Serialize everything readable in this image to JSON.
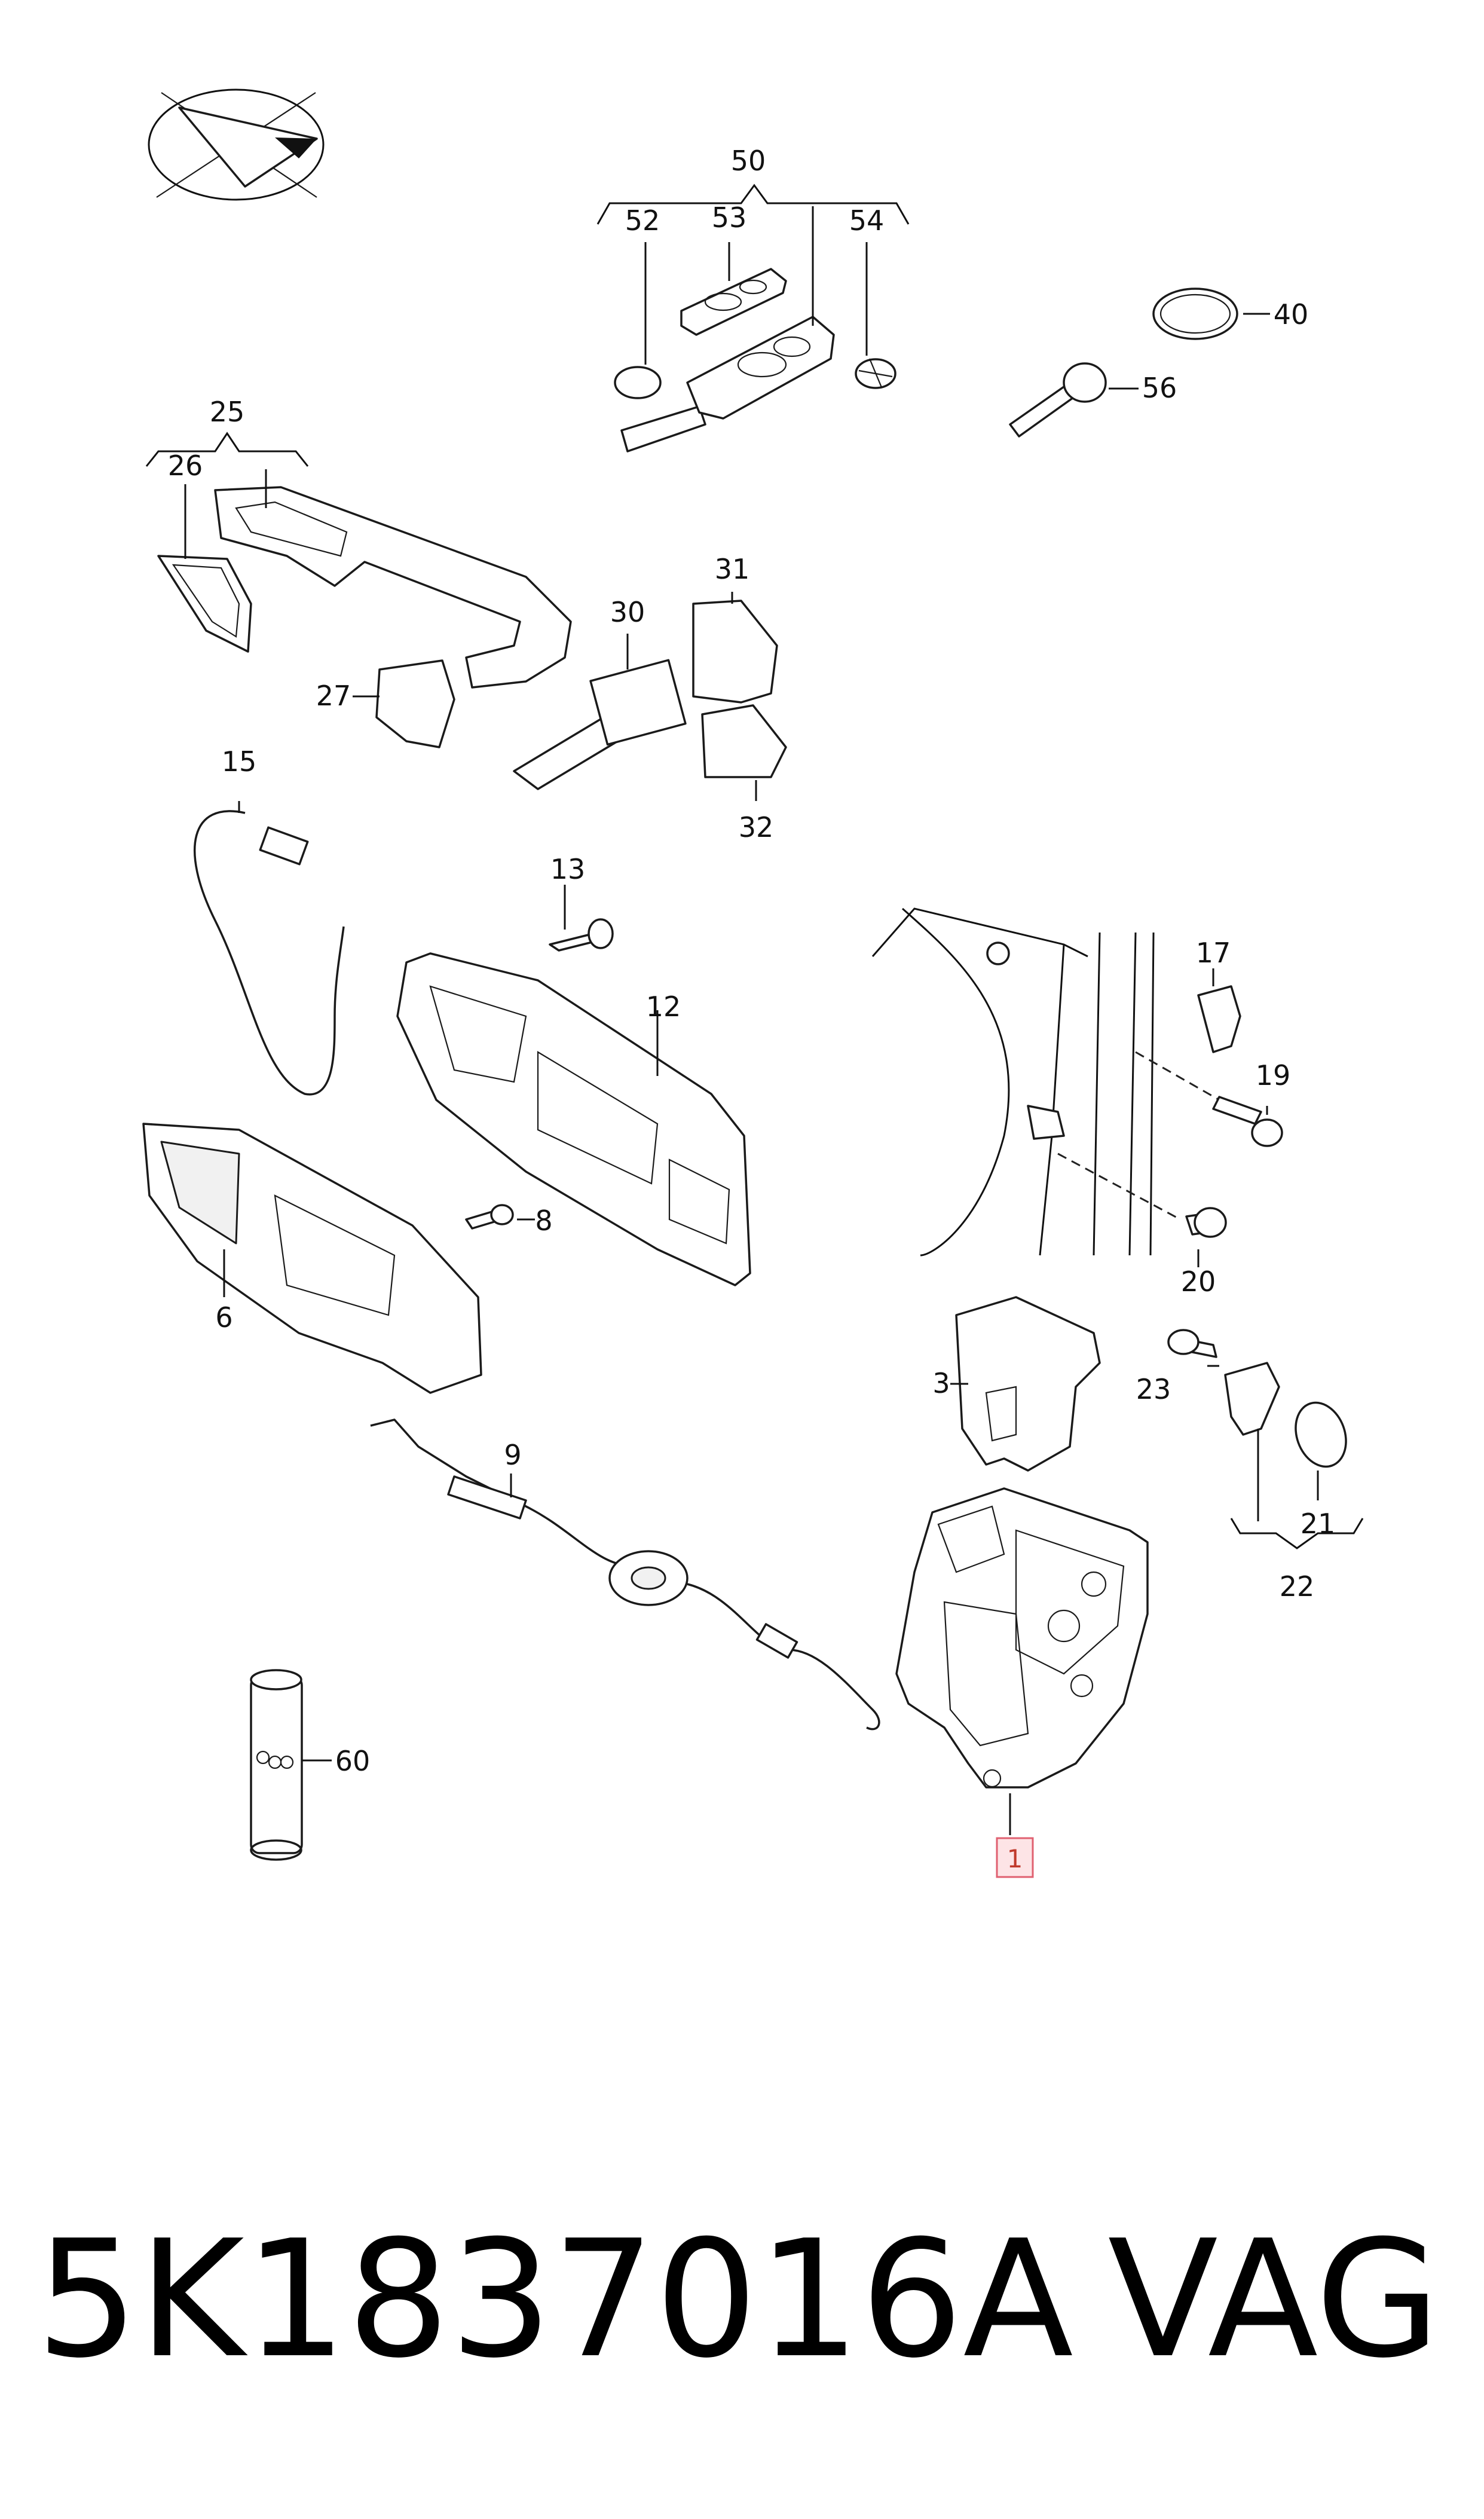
{
  "diagram": {
    "callouts": {
      "c1": "1",
      "c3": "3",
      "c6": "6",
      "c8": "8",
      "c9": "9",
      "c12": "12",
      "c13": "13",
      "c15": "15",
      "c17": "17",
      "c19": "19",
      "c20": "20",
      "c21": "21",
      "c22": "22",
      "c23": "23",
      "c25": "25",
      "c26": "26",
      "c27": "27",
      "c30": "30",
      "c31": "31",
      "c32": "32",
      "c40": "40",
      "c50": "50",
      "c52": "52",
      "c53": "53",
      "c54": "54",
      "c56": "56",
      "c60": "60"
    },
    "highlighted_part": "1",
    "highlight_color": "#e06070"
  },
  "footer": {
    "part_number": "5K1837016A",
    "brand": "VAG"
  }
}
